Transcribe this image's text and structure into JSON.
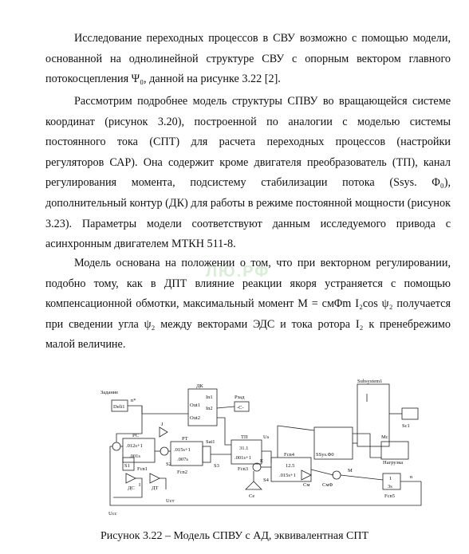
{
  "paragraphs": {
    "p1": "Исследование переходных процессов в СВУ возможно с помощью модели, основанной на однолинейной структуре СВУ с опорным вектором главного потокосцепления Ψ₀, данной на рисунке 3.22 [2].",
    "p2": "Рассмотрим подробнее модель структуры СПВУ во вращающейся системе координат (рисунок 3.20), построенной по аналогии с моделью системы постоянного тока (СПТ) для расчета переходных процессов (настройки регуляторов САР). Она содержит кроме двигателя преобразователь (ТП), канал регулирования момента, подсистему стабилизации потока (Ssys. Φ₀), дополнительный контур (ДК) для работы в режиме постоянной мощности (рисунок 3.23). Параметры модели соответствуют данным исследуемого привода с асинхронным двигателем МТКН 511-8.",
    "p3": "Модель основана на положении о том, что при векторном регулировании, подобно тому, как в ДПТ влияние реакции якоря устраняется с помощью компенсационной обмотки, максимальный момент M = cмΦm I₂cos ψ₂ получается при сведении угла ψ₂ между векторами ЭДС и тока ротора I₂ к пренебрежимо малой величине."
  },
  "watermark": "ЛЮ.РФ",
  "figure": {
    "caption": "Рисунок 3.22 – Модель СПВУ с АД, эквивалентная СПТ",
    "labels": {
      "zadanie": "Задание",
      "step": "Deli1",
      "nstar": "n*",
      "dk": "ДК",
      "dk_in1": "In1",
      "dk_in2": "In2",
      "dk_out1": "Out1",
      "dk_out2": "Out2",
      "pzad": "Pзад",
      "pzad_c": "-C-",
      "rs": "РС",
      "rs_num": ".012s+1",
      "rs_den": ".001s",
      "rt": "РТ",
      "rt_num": ".015s+1",
      "rt_den": ".007s",
      "sat1": "Sat1",
      "tp": "ТП",
      "tp_num": "31.1",
      "tp_den": ".001s+1",
      "fcn3": "Fcn3",
      "us": "Us",
      "fcn4": "Fcn4",
      "f4_num": "12.5",
      "f4_den": ".015s+1",
      "ssys": "SSys.Φ0",
      "subsys": "Subsystem1",
      "scope": "Sc1",
      "mc": "Mc",
      "load": "Нагрузка",
      "fcn5_num": "1",
      "fcn5_den": "3s",
      "fcn5": "Fcn5",
      "ds": "ДС",
      "dt": "ДТ",
      "ucc": "Ucc",
      "ust": "Uст",
      "ce": "Ce",
      "cm": "Cм",
      "cmphi": "CмΦ",
      "n": "n",
      "m": "M",
      "s1": "S1",
      "s2": "S2",
      "s3": "S3",
      "s4": "S4",
      "j": "J",
      "i": "I",
      "e": "E",
      "fcn1": "Fcn1",
      "fcn2": "Fcn2"
    }
  }
}
